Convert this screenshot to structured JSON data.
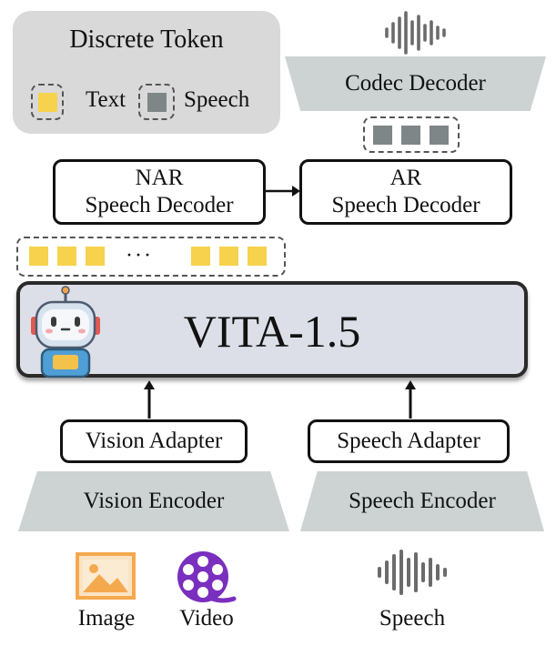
{
  "legend": {
    "title": "Discrete Token",
    "text_label": "Text",
    "speech_label": "Speech",
    "text_color": "#f6d24d",
    "speech_color": "#7f8687"
  },
  "codec_decoder": {
    "label": "Codec Decoder"
  },
  "nar_decoder": {
    "line1": "NAR",
    "line2": "Speech Decoder"
  },
  "ar_decoder": {
    "line1": "AR",
    "line2": "Speech Decoder"
  },
  "token_row": {
    "ellipsis": "···"
  },
  "main_model": {
    "label": "VITA-1.5",
    "icon": "robot-icon"
  },
  "vision_adapter": {
    "label": "Vision Adapter"
  },
  "speech_adapter": {
    "label": "Speech Adapter"
  },
  "vision_encoder": {
    "label": "Vision Encoder"
  },
  "speech_encoder": {
    "label": "Speech Encoder"
  },
  "inputs": {
    "image": {
      "label": "Image",
      "icon": "image-icon",
      "color": "#f5a94f"
    },
    "video": {
      "label": "Video",
      "icon": "video-reel-icon",
      "color": "#7a2fbf"
    },
    "speech": {
      "label": "Speech",
      "icon": "waveform-icon"
    }
  },
  "output_waveform": {
    "icon": "waveform-icon"
  },
  "colors": {
    "encoder_fill": "#cdd3d3",
    "main_fill": "#dcdfe8",
    "legend_fill": "#d9d9d9"
  }
}
